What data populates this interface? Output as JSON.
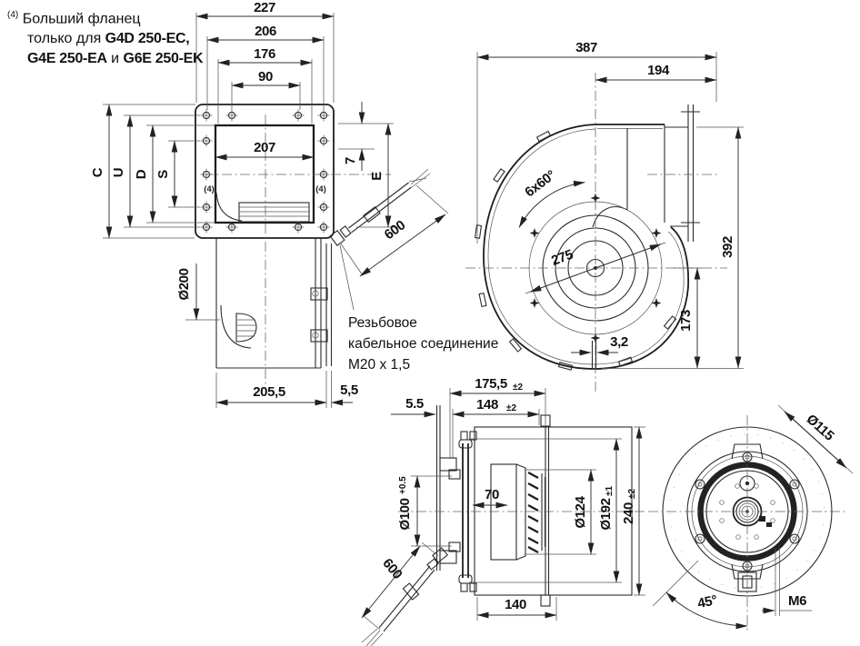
{
  "flange_note": {
    "marker": "(4)",
    "line1": "Больший фланец",
    "line2_pre": "только для ",
    "line2_bold": "G4D 250-EC,",
    "line3_bold1": "G4E 250-EA",
    "line3_mid": " и ",
    "line3_bold2": "G6E 250-EK"
  },
  "cable_note": {
    "line1": "Резьбовое",
    "line2": "кабельное соединение",
    "line3": "M20 x 1,5"
  },
  "front": {
    "w227": "227",
    "w206": "206",
    "w176": "176",
    "w90": "90",
    "w207": "207",
    "g7": "7",
    "E": "E",
    "C": "C",
    "U": "U",
    "D": "D",
    "S": "S",
    "mark4_left": "(4)",
    "mark4_right": "(4)",
    "dia200": "Ø200",
    "d205_5": "205,5",
    "g5_5": "5,5",
    "cable600": "600"
  },
  "scroll": {
    "w387": "387",
    "w194": "194",
    "angle": "6x60°",
    "dia275": "275",
    "h392": "392",
    "h173": "173",
    "g3_2": "3,2"
  },
  "side": {
    "g5_5": "5.5",
    "w175": "175,5",
    "w175_tol": "±2",
    "w148": "148",
    "w148_tol": "±2",
    "dia100": "Ø100",
    "dia100_tol": "+0.5",
    "w70": "70",
    "dia124": "Ø124",
    "dia192": "Ø192",
    "dia192_tol": "±1",
    "h240": "240",
    "h240_tol": "±2",
    "w140": "140",
    "cable600": "600"
  },
  "rear": {
    "dia115": "Ø115",
    "angle45": "45°",
    "m6": "M6"
  }
}
